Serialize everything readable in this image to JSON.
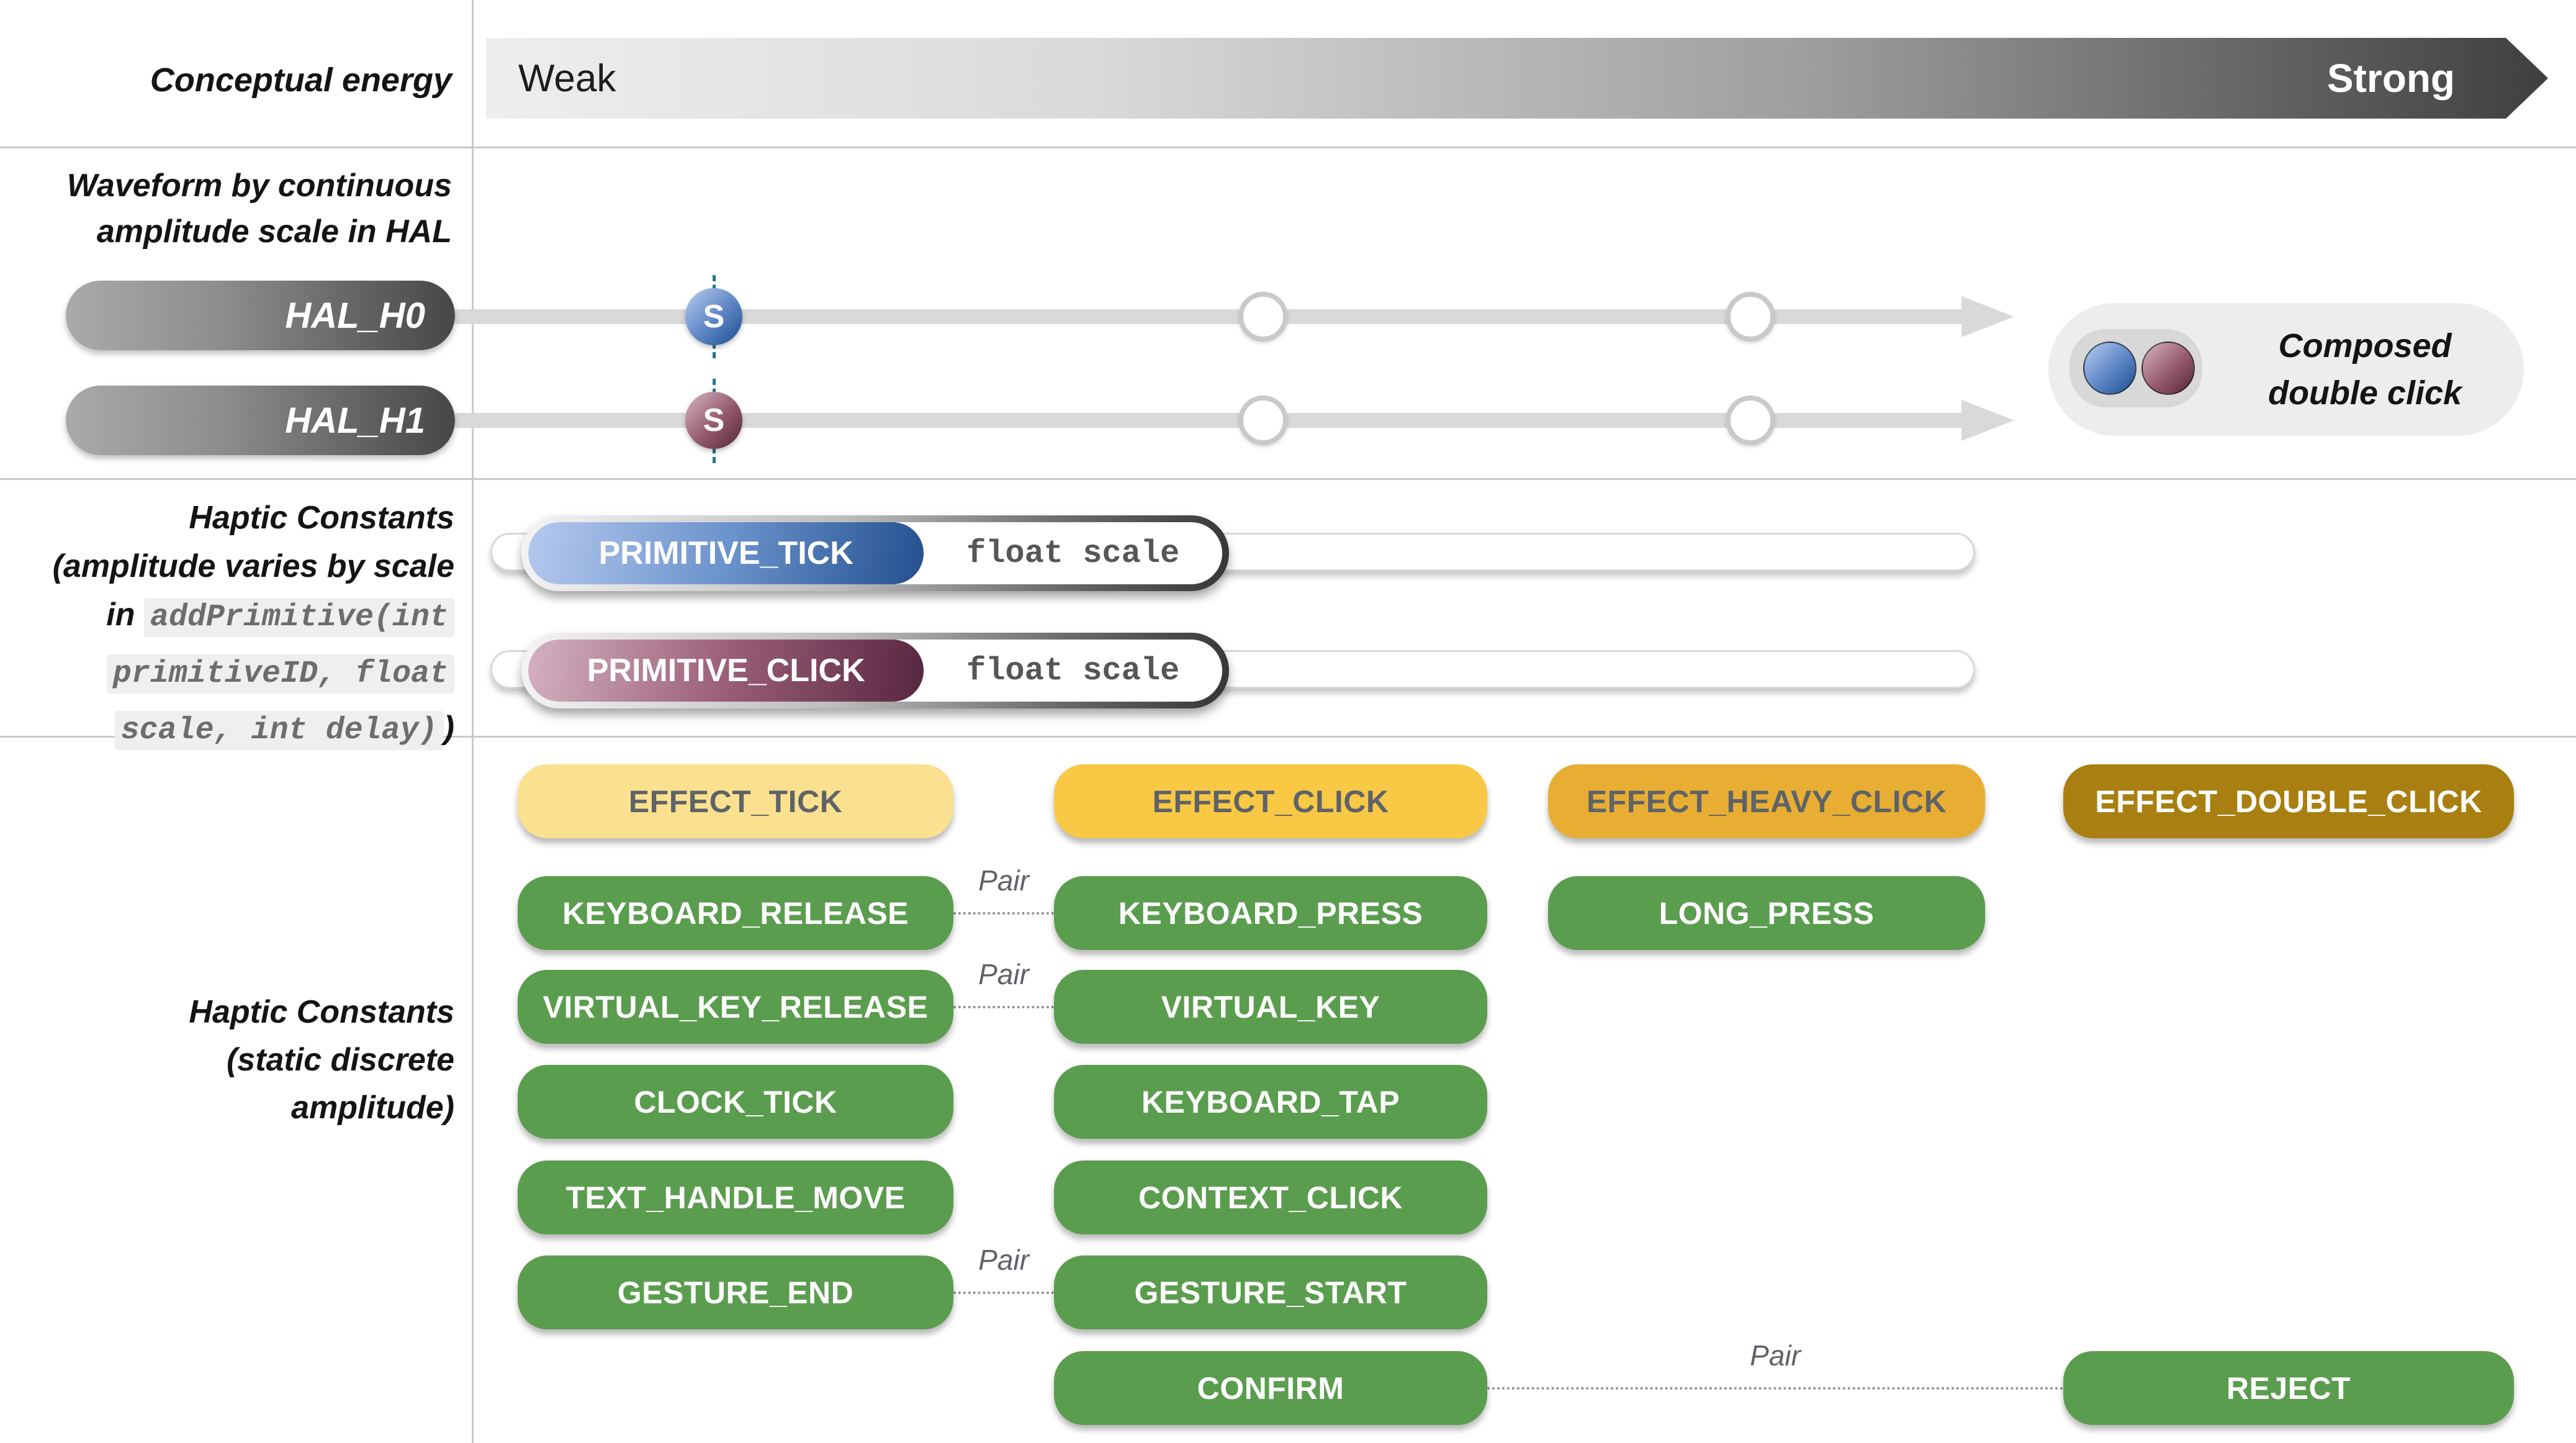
{
  "conceptual": {
    "label": "Conceptual energy",
    "weak": "Weak",
    "strong": "Strong"
  },
  "waveform": {
    "label_line1": "Waveform by continuous",
    "label_line2": "amplitude scale in HAL",
    "rows": [
      {
        "name": "HAL_H0",
        "marker": "S"
      },
      {
        "name": "HAL_H1",
        "marker": "S"
      }
    ],
    "composed": {
      "line1": "Composed",
      "line2": "double click"
    }
  },
  "primitives": {
    "label_line1": "Haptic Constants",
    "label_line2": "(amplitude varies by scale",
    "label_line3_prefix": "in ",
    "code_line1": "addPrimitive(int",
    "code_line2": "primitiveID, float",
    "code_line3": "scale, int delay)",
    "label_close_paren": ")",
    "rows": [
      {
        "name": "PRIMITIVE_TICK",
        "param": "float scale",
        "style": "blue"
      },
      {
        "name": "PRIMITIVE_CLICK",
        "param": "float scale",
        "style": "mauve"
      }
    ]
  },
  "discrete": {
    "label_line1": "Haptic Constants",
    "label_line2": "(static discrete",
    "label_line3": "amplitude)",
    "pair_label": "Pair",
    "rows": [
      {
        "cells": [
          {
            "col": 1,
            "label": "EFFECT_TICK",
            "style": "yellow_light"
          },
          {
            "col": 2,
            "label": "EFFECT_CLICK",
            "style": "yellow"
          },
          {
            "col": 3,
            "label": "EFFECT_HEAVY_CLICK",
            "style": "amber"
          },
          {
            "col": 4,
            "label": "EFFECT_DOUBLE_CLICK",
            "style": "gold_dark"
          }
        ],
        "pairs": []
      },
      {
        "cells": [
          {
            "col": 1,
            "label": "KEYBOARD_RELEASE",
            "style": "green"
          },
          {
            "col": 2,
            "label": "KEYBOARD_PRESS",
            "style": "green"
          },
          {
            "col": 3,
            "label": "LONG_PRESS",
            "style": "green"
          }
        ],
        "pairs": [
          {
            "from": 1,
            "to": 2
          }
        ]
      },
      {
        "cells": [
          {
            "col": 1,
            "label": "VIRTUAL_KEY_RELEASE",
            "style": "green"
          },
          {
            "col": 2,
            "label": "VIRTUAL_KEY",
            "style": "green"
          }
        ],
        "pairs": [
          {
            "from": 1,
            "to": 2
          }
        ]
      },
      {
        "cells": [
          {
            "col": 1,
            "label": "CLOCK_TICK",
            "style": "green"
          },
          {
            "col": 2,
            "label": "KEYBOARD_TAP",
            "style": "green"
          }
        ],
        "pairs": []
      },
      {
        "cells": [
          {
            "col": 1,
            "label": "TEXT_HANDLE_MOVE",
            "style": "green"
          },
          {
            "col": 2,
            "label": "CONTEXT_CLICK",
            "style": "green"
          }
        ],
        "pairs": []
      },
      {
        "cells": [
          {
            "col": 1,
            "label": "GESTURE_END",
            "style": "green"
          },
          {
            "col": 2,
            "label": "GESTURE_START",
            "style": "green"
          }
        ],
        "pairs": [
          {
            "from": 1,
            "to": 2
          }
        ]
      },
      {
        "cells": [
          {
            "col": 2,
            "label": "CONFIRM",
            "style": "green"
          },
          {
            "col": 4,
            "label": "REJECT",
            "style": "green"
          }
        ],
        "pairs": [
          {
            "from": 2,
            "to": 4
          }
        ]
      }
    ]
  },
  "colors": {
    "green": "#5a9d4e",
    "yellow_light": "#fbe18f",
    "yellow": "#f9c845",
    "amber": "#e8ae33",
    "gold_dark": "#a87f10",
    "gray_text": "#5f6368",
    "track_gray": "#d9d9d9",
    "teal_dash": "#23788c",
    "hal_gradient_start": "#aaaaaa",
    "hal_gradient_end": "#474747",
    "blue_light": "#b6c9ee",
    "blue_dark": "#24508f",
    "mauve_light": "#d4b1c2",
    "mauve_dark": "#572640"
  }
}
